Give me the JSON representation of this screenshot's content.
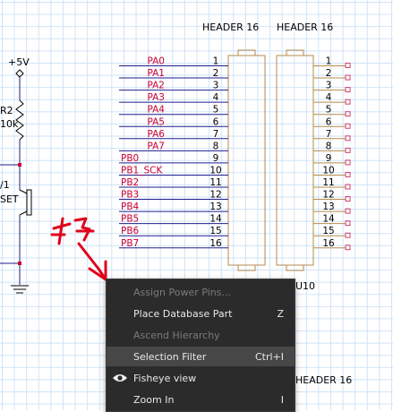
{
  "headers": {
    "left_title": "HEADER 16",
    "right_title": "HEADER 16",
    "bottom_title": "HEADER 16",
    "bottom_ref": "U10"
  },
  "power": {
    "vcc_label": "+5V",
    "resistor_ref": "R2",
    "resistor_value": "10k",
    "switch_ref": "/1",
    "switch_label": "SET"
  },
  "nets": [
    "PA0",
    "PA1",
    "PA2",
    "PA3",
    "PA4",
    "PA5",
    "PA6",
    "PA7",
    "PB0",
    "PB1_SCK",
    "PB2",
    "PB3",
    "PB4",
    "PB5",
    "PB6",
    "PB7"
  ],
  "pins": [
    "1",
    "2",
    "3",
    "4",
    "5",
    "6",
    "7",
    "8",
    "9",
    "10",
    "11",
    "12",
    "13",
    "14",
    "15",
    "16"
  ],
  "context_menu": {
    "items": [
      {
        "label": "Assign Power Pins...",
        "shortcut": "",
        "enabled": false,
        "icon": ""
      },
      {
        "label": "Place Database Part",
        "shortcut": "Z",
        "enabled": true,
        "icon": ""
      },
      {
        "label": "Ascend Hierarchy",
        "shortcut": "",
        "enabled": false,
        "icon": ""
      },
      {
        "label": "Selection Filter",
        "shortcut": "Ctrl+I",
        "enabled": true,
        "icon": "",
        "highlighted": true
      },
      {
        "label": "Fisheye view",
        "shortcut": "",
        "enabled": true,
        "icon": "eye-icon"
      },
      {
        "label": "Zoom In",
        "shortcut": "I",
        "enabled": true,
        "icon": ""
      }
    ]
  },
  "annotations": {
    "handwriting_color": "#e0001a"
  },
  "colors": {
    "wire": "#1e1e8c",
    "net_label": "#cc0033",
    "connector_outline": "#b58b4c",
    "pin_marker": "#d0406a"
  }
}
